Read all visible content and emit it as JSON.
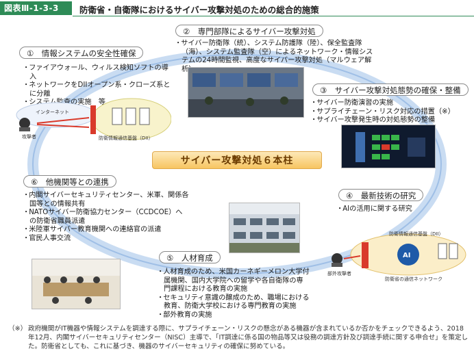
{
  "header": {
    "figure_no": "図表Ⅲ-1-3-3",
    "title": "防衛省・自衛隊におけるサイバー攻撃対処のための総合的施策"
  },
  "center": {
    "label": "サイバー攻撃対処６本柱"
  },
  "sections": {
    "s1": {
      "title": "①　情報システムの安全性確保",
      "bullets": [
        "ファイアウォール、ウィルス検知ソフトの導入",
        "ネットワークをDIIオープン系・クローズ系とに分離",
        "システム監査の実施　等"
      ]
    },
    "s2": {
      "title": "②　専門部隊によるサイバー攻撃対処",
      "bullets": [
        "サイバー防衛隊（統）、システム防護隊（陸）、保全監査隊（海）、システム監査隊（空）によるネットワーク・情報システムの24時間監視、高度なサイバー攻撃対処（マルウェア解析）"
      ]
    },
    "s3": {
      "title": "③　サイバー攻撃対処態勢の確保・整備",
      "bullets": [
        "サイバー防衛演習の実施",
        "サプライチェーン・リスク対応の措置（※）",
        "サイバー攻撃発生時の対処態勢の整備"
      ]
    },
    "s4": {
      "title": "④　最新技術の研究",
      "bullets": [
        "AIの活用に関する研究"
      ]
    },
    "s5": {
      "title": "⑤　人材育成",
      "bullets": [
        "人材育成のため、米国カーネギーメロン大学付属機関、国内大学院への留学や各自衛隊の専門課程における教育の実施",
        "セキュリティ意識の醸成のため、職場における教育、防衛大学校における専門教育の実施",
        "部外教育の実施"
      ]
    },
    "s6": {
      "title": "⑥　他機関等との連携",
      "bullets": [
        "内閣サイバーセキュリティセンター、米軍、関係各国等との情報共有",
        "NATOサイバー防衛協力センター（CCDCOE）への防衛省職員派遣",
        "米陸軍サイバー教育機関への連絡官の派遣",
        "官民人事交流"
      ]
    }
  },
  "illustration1": {
    "internet": "インターネット",
    "attacker": "攻撃者",
    "dii": "防衛情報通信基盤（DII）"
  },
  "illustration4": {
    "dii": "防衛情報通信基盤（DII）",
    "ai": "AI",
    "attacker": "部外攻撃者",
    "network": "防衛省の通信ネットワーク"
  },
  "footnote": {
    "mark": "（※）",
    "text": "政府機関がIT機器や情報システムを調達する際に、サプライチェーン・リスクの懸念がある機器が含まれているか否かをチェックできるよう、2018年12月、内閣サイバーセキュリティセンター（NISC）主導で、「IT調達に係る国の物品等又は役務の調達方針及び調達手続に関する申合せ」を策定した。防衛省としても、これに基づき、機器のサイバーセキュリティの確保に努めている。"
  },
  "colors": {
    "header_green": "#2e8b57",
    "ring_blue": "#a9c6e8",
    "center_fill": "#f7c561",
    "firewall_red": "#d93a2b"
  }
}
